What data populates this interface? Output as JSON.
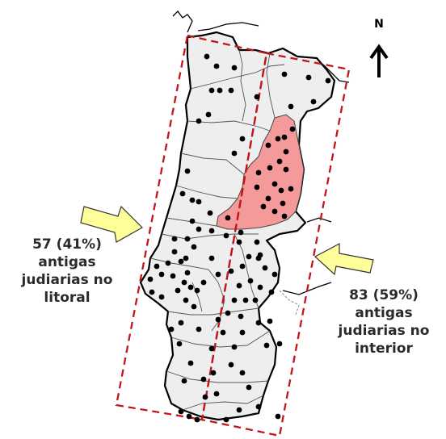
{
  "north": {
    "letter": "N",
    "icon": "north-arrow-icon"
  },
  "label_left": {
    "line1": "57 (41%)",
    "line2": "antigas",
    "line3": "judiarias no",
    "line4": "litoral"
  },
  "label_right": {
    "line1": "83 (59%)",
    "line2": "antigas",
    "line3": "judiarias no",
    "line4": "interior"
  },
  "colors": {
    "land": "#eeeeee",
    "highlight_region": "#f59a9a",
    "dashed_box": "#c0171b",
    "arrow_fill": "#ffff99",
    "dots": "#000000"
  },
  "icons": [
    "yellow-arrow-icon",
    "north-arrow-icon"
  ]
}
